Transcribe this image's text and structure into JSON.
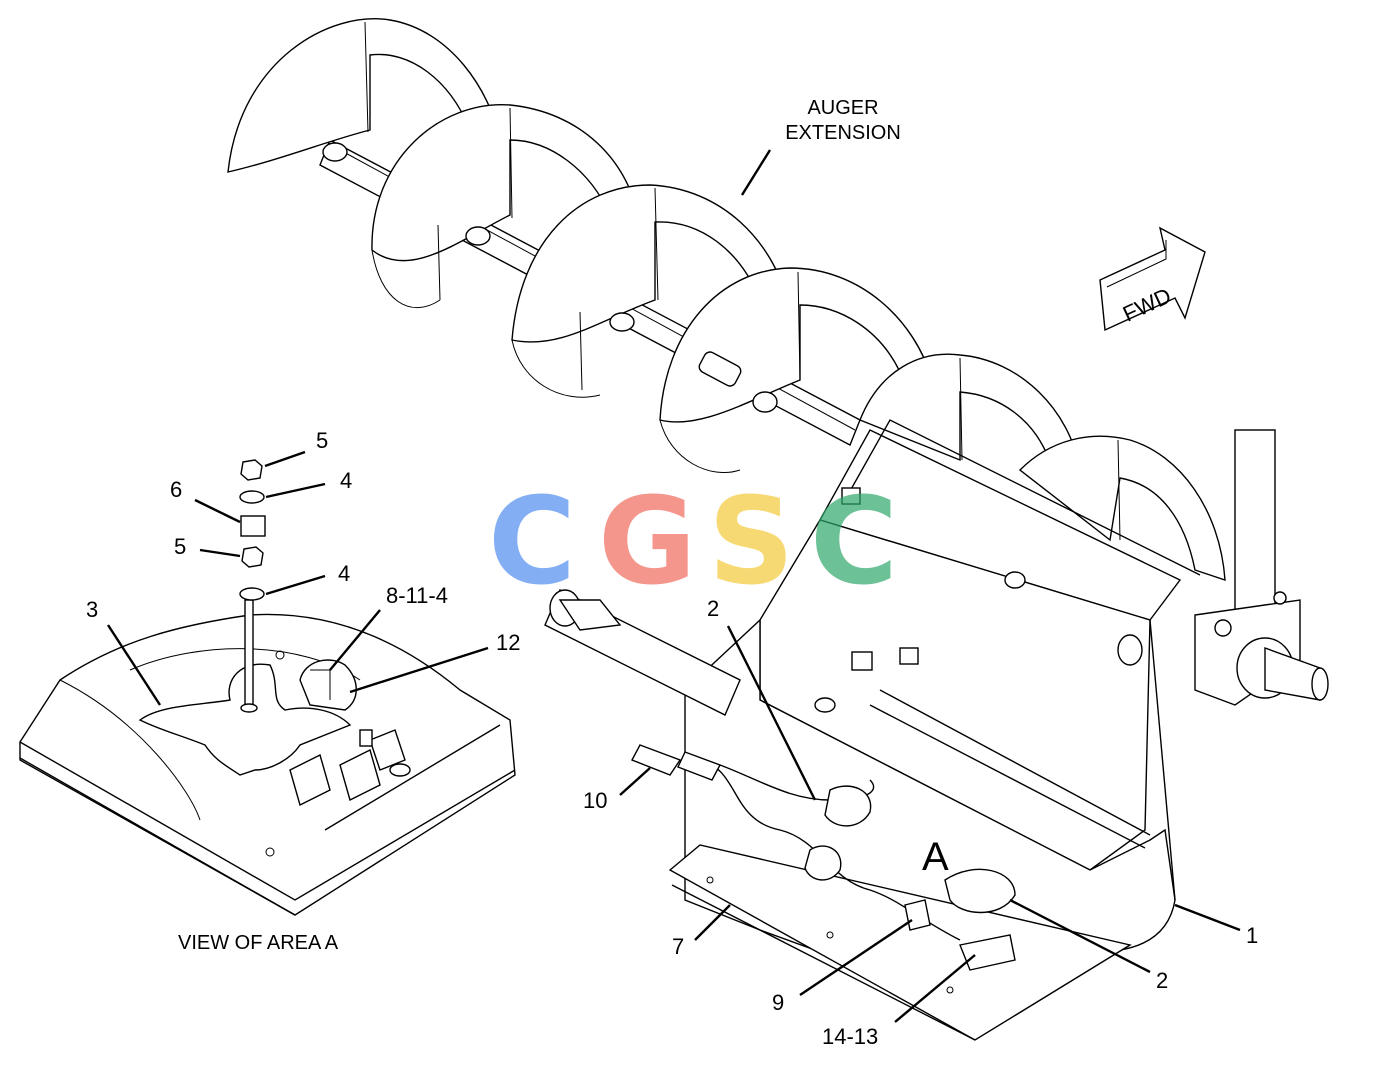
{
  "diagram": {
    "title_lines": [
      "AUGER",
      "EXTENSION"
    ],
    "fwd_label": "FWD",
    "area_label": "A",
    "view_caption": "VIEW OF AREA A",
    "watermark": {
      "letters": [
        "C",
        "G",
        "S",
        "C"
      ],
      "colors": [
        "#4f8df0",
        "#f06b5c",
        "#f5c93a",
        "#2ea86a"
      ]
    },
    "callouts": {
      "c5_top": "5",
      "c4_top": "4",
      "c6": "6",
      "c5_mid": "5",
      "c4_mid": "4",
      "c8_11_4": "8-11-4",
      "c3": "3",
      "c12": "12",
      "c2_upper": "2",
      "c10": "10",
      "c7": "7",
      "c1": "1",
      "c2_lower": "2",
      "c9": "9",
      "c14_13": "14-13"
    }
  }
}
